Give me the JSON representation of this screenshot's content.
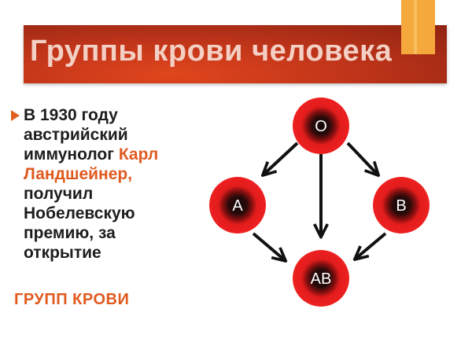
{
  "title": "Группы крови человека",
  "text": {
    "line1": "В 1930 году",
    "line2": "австрийский",
    "line3_pre": "иммунолог ",
    "line3_hl": "Карл",
    "line4_hl": "Ландшейнер,",
    "line5": "получил",
    "line6": "Нобелевскую",
    "line7": "премию, за",
    "line8": "открытие",
    "caps": "ГРУПП КРОВИ"
  },
  "diagram": {
    "nodes": [
      {
        "id": "O",
        "label": "O"
      },
      {
        "id": "A",
        "label": "A"
      },
      {
        "id": "B",
        "label": "B"
      },
      {
        "id": "AB",
        "label": "AB"
      }
    ],
    "edges": [
      {
        "from": "O",
        "to": "A"
      },
      {
        "from": "O",
        "to": "B"
      },
      {
        "from": "O",
        "to": "AB"
      },
      {
        "from": "A",
        "to": "AB"
      },
      {
        "from": "B",
        "to": "AB"
      }
    ]
  },
  "colors": {
    "title_banner": "#c1351a",
    "title_text": "#f3cfc4",
    "accent": "#f5a93c",
    "highlight": "#e05a20",
    "cell_red": "#e81c1c",
    "cell_dark": "#1a0808"
  }
}
